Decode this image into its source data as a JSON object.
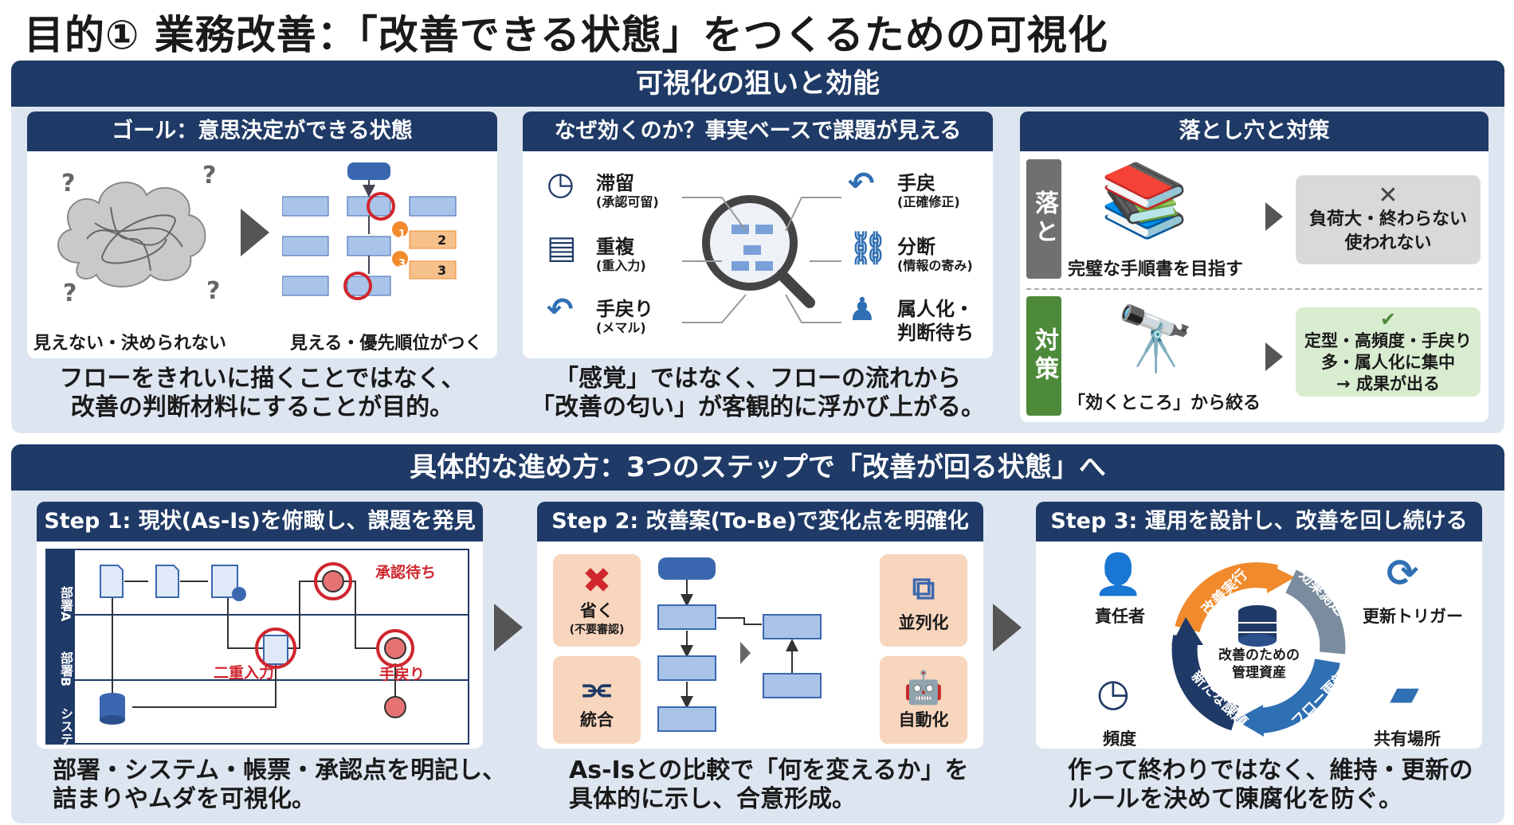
{
  "title": "目的① 業務改善：「改善できる状態」をつくるための可視化",
  "panel1": {
    "header": "可視化の狙いと効能",
    "goal": {
      "header": "ゴール：意思決定ができる状態",
      "left_label": "見えない・決められない",
      "right_label": "見える・優先順位がつく",
      "rank": [
        "1",
        "2",
        "3"
      ],
      "rank_box": [
        "2",
        "3"
      ],
      "caption_1": "フローをきれいに描くことではなく、",
      "caption_2": "改善の判断材料にすることが目的。"
    },
    "why": {
      "header": "なぜ効くのか？事実ベースで課題が見える",
      "left_items": [
        {
          "label": "滞留",
          "sub": "(承認可留)",
          "icon": "clock-icon"
        },
        {
          "label": "重複",
          "sub": "(重入力)",
          "icon": "documents-icon"
        },
        {
          "label": "手戻り",
          "sub": "(メマル)",
          "icon": "return-icon"
        }
      ],
      "right_items": [
        {
          "label": "手戻",
          "sub": "(正確修正)",
          "icon": "undo-icon"
        },
        {
          "label": "分断",
          "sub": "(情報の寄み)",
          "icon": "broken-link-icon"
        },
        {
          "label": "属人化・",
          "sub": "判断待ち",
          "icon": "person-icon"
        }
      ],
      "caption_1": "「感覚」ではなく、フローの流れから",
      "caption_2": "「改善の匂い」が客観的に浮かび上がる。"
    },
    "pitfall": {
      "header": "落とし穴と対策",
      "pit_tag": "落と",
      "pit_label": "完璧な手順書を目指す",
      "pit_result_1": "負荷大・終わらない",
      "pit_result_2": "使われない",
      "fix_tag": "対策",
      "fix_label": "「効くところ」から絞る",
      "fix_result_1": "定型・高頻度・手戻り",
      "fix_result_2": "多・属人化に集中",
      "fix_result_3": "→ 成果が出る"
    }
  },
  "panel2": {
    "header": "具体的な進め方：3つのステップで「改善が回る状態」へ",
    "step1": {
      "header": "Step 1: 現状(As-Is)を俯瞰し、課題を発見",
      "lanes": [
        "部署A",
        "部署B",
        "システム"
      ],
      "wait_label": "承認待ち",
      "double_label": "二重入力",
      "rework_label": "手戻り",
      "caption_1": "部署・システム・帳票・承認点を明記し、",
      "caption_2": "詰まりやムダを可視化。"
    },
    "step2": {
      "header": "Step 2: 改善案(To-Be)で変化点を明確化",
      "omit_label": "省く",
      "omit_sub": "(不要審認)",
      "merge_label": "統合",
      "parallel_label": "並列化",
      "auto_label": "自動化",
      "caption_1": "As-Isとの比較で「何を変えるか」を",
      "caption_2": "具体的に示し、合意形成。"
    },
    "step3": {
      "header": "Step 3: 運用を設計し、改善を回し続ける",
      "owner": "責任者",
      "trigger": "更新トリガー",
      "frequency": "頻度",
      "shared": "共有場所",
      "cycle": [
        "改善実行",
        "効果測定",
        "フロー更新",
        "新たな課題"
      ],
      "center_1": "改善のための",
      "center_2": "管理資産",
      "caption_1": "作って終わりではなく、維持・更新の",
      "caption_2": "ルールを決めて陳腐化を防ぐ。"
    }
  },
  "colors": {
    "navy": "#1f3a66",
    "panel": "#dde6f0",
    "red": "#d0262e",
    "orange": "#f08a2c",
    "blue": "#2f6fb3",
    "green": "#4d8a3a"
  }
}
